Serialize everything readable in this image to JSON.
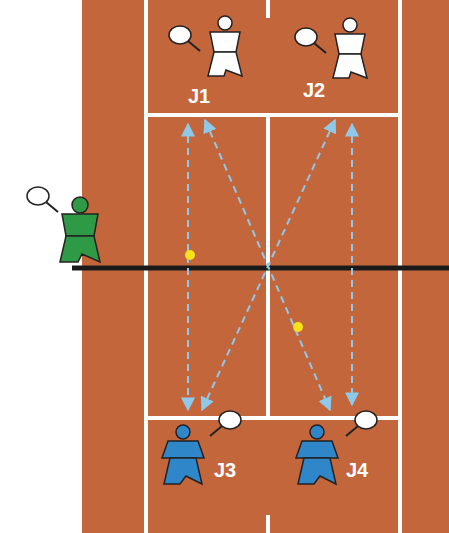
{
  "diagram": {
    "labels": [
      "J1",
      "J2",
      "J3",
      "J4"
    ]
  }
}
